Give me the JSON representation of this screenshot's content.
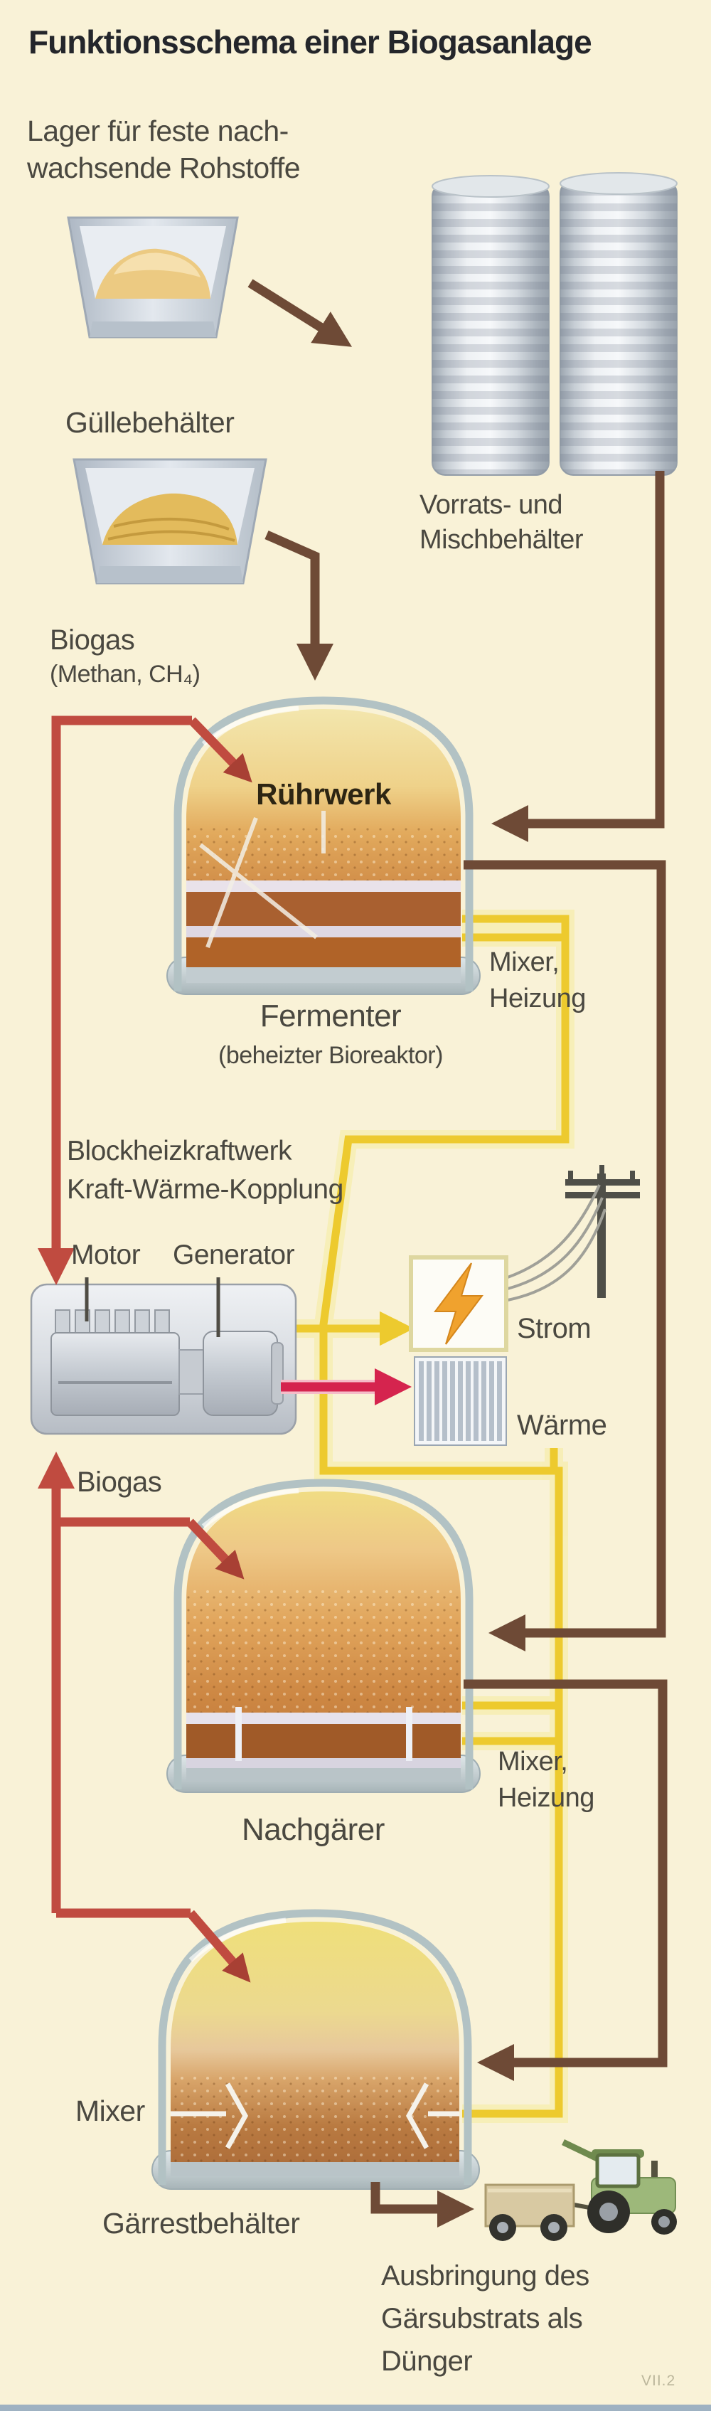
{
  "title": "Funktionsschema einer Biogasanlage",
  "labels": {
    "lager": [
      "Lager für feste nach-",
      "wachsende Rohstoffe"
    ],
    "guellebehaelter": "Güllebehälter",
    "vorratsbehaelter": [
      "Vorrats- und",
      "Mischbehälter"
    ],
    "biogas_fermenter": [
      "Biogas",
      "(Methan, CH₄)"
    ],
    "ruehrwerk": "Rührwerk",
    "fermenter": [
      "Fermenter",
      "(beheizter Bioreaktor)"
    ],
    "mixer_heizung_fermenter": [
      "Mixer,",
      "Heizung"
    ],
    "bhkw": [
      "Blockheizkraftwerk",
      "Kraft-Wärme-Kopplung"
    ],
    "motor": "Motor",
    "generator": "Generator",
    "strom": "Strom",
    "waerme": "Wärme",
    "biogas_nachgaerer": "Biogas",
    "nachgaerer": "Nachgärer",
    "mixer_heizung_nachgaerer": [
      "Mixer,",
      "Heizung"
    ],
    "mixer_gaerrest": "Mixer",
    "gaerrestbehaelter": "Gärrestbehälter",
    "ausbringung": [
      "Ausbringung des",
      "Gärsubstrats als",
      "Dünger"
    ],
    "watermark": "VII.2"
  },
  "colors": {
    "background": "#f9f2d7",
    "substrate_flow_brown": "#6e4a36",
    "biogas_flow_red": "#c04b40",
    "power_heating_yellow": "#edca2e",
    "heat_arrow_magenta": "#d5244e",
    "electricity_bolt_orange": "#f0a22e"
  }
}
